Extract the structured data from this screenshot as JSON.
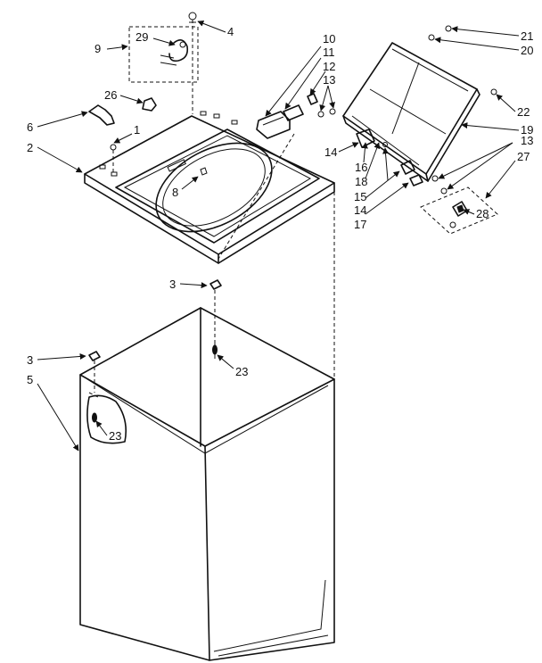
{
  "diagram": {
    "callouts": [
      "1",
      "2",
      "3",
      "3",
      "4",
      "5",
      "6",
      "8",
      "9",
      "10",
      "11",
      "12",
      "13",
      "13",
      "14",
      "14",
      "15",
      "16",
      "17",
      "18",
      "19",
      "20",
      "21",
      "22",
      "23",
      "23",
      "26",
      "27",
      "28",
      "29"
    ]
  }
}
